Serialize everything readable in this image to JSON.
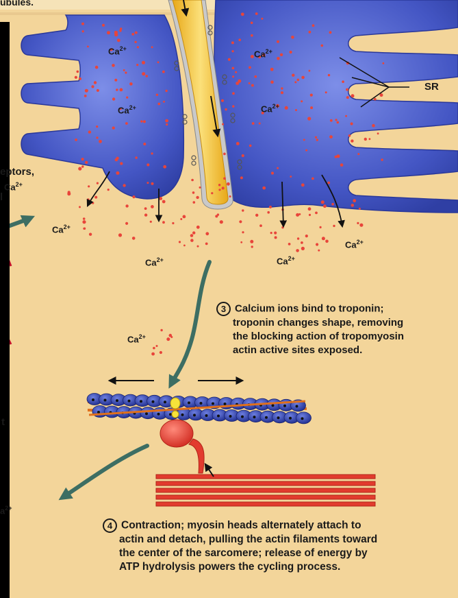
{
  "labels": {
    "top_partial": "ubules.",
    "sr": "SR",
    "left_receptors_1": "eptors,",
    "left_receptors_2": "Ca",
    "left_receptors_3": "l",
    "left_t": "t",
    "left_a2": "a",
    "ca": "Ca",
    "ca_charge": "2+"
  },
  "step3": {
    "number": "3",
    "lines": [
      "Calcium ions bind to troponin;",
      "troponin changes shape, removing",
      "the blocking action of tropomyosin",
      "actin active sites exposed."
    ]
  },
  "step4": {
    "number": "4",
    "lines": [
      "Contraction; myosin heads alternately attach to",
      "actin and detach, pulling the actin filaments toward",
      "the center of the sarcomere; release of energy by",
      "ATP hydrolysis powers the cycling process."
    ]
  },
  "colors": {
    "background": "#f3d59a",
    "sarcoplasmic_reticulum": "#4456c4",
    "t_tubule": "#f5c23c",
    "calcium_dots": "#e8453a",
    "actin": "#2c3ea8",
    "tropomyosin": "#e0701c",
    "myosin": "#e23b2e",
    "arrows": "#3d6e63"
  }
}
